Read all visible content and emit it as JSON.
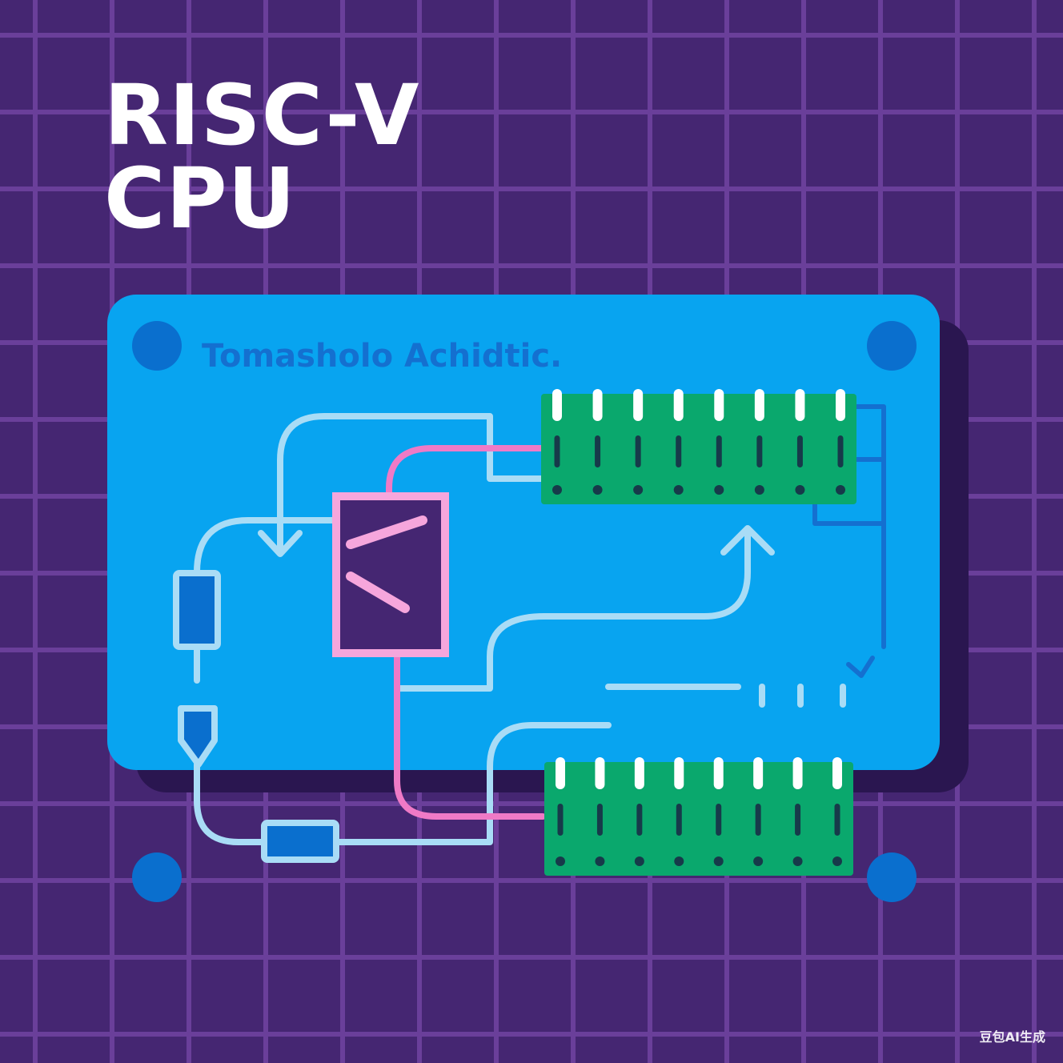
{
  "title": {
    "line1": "RISC-V",
    "line2": "CPU"
  },
  "board": {
    "label": "Tomasholo Achidtic."
  },
  "watermark": "豆包AI生成",
  "colors": {
    "background": "#452672",
    "grid": "#6a3f9a",
    "board": "#08a4f0",
    "board_shadow": "#2a1650",
    "mount_hole": "#0a6fce",
    "trace_light": "#a9dcf6",
    "trace_pink": "#ef7ac6",
    "chip": "#0aa86d",
    "chip_pin": "#ffffff",
    "chip_dot": "#173a4a",
    "trace_dark": "#1470d0",
    "title": "#ffffff"
  }
}
